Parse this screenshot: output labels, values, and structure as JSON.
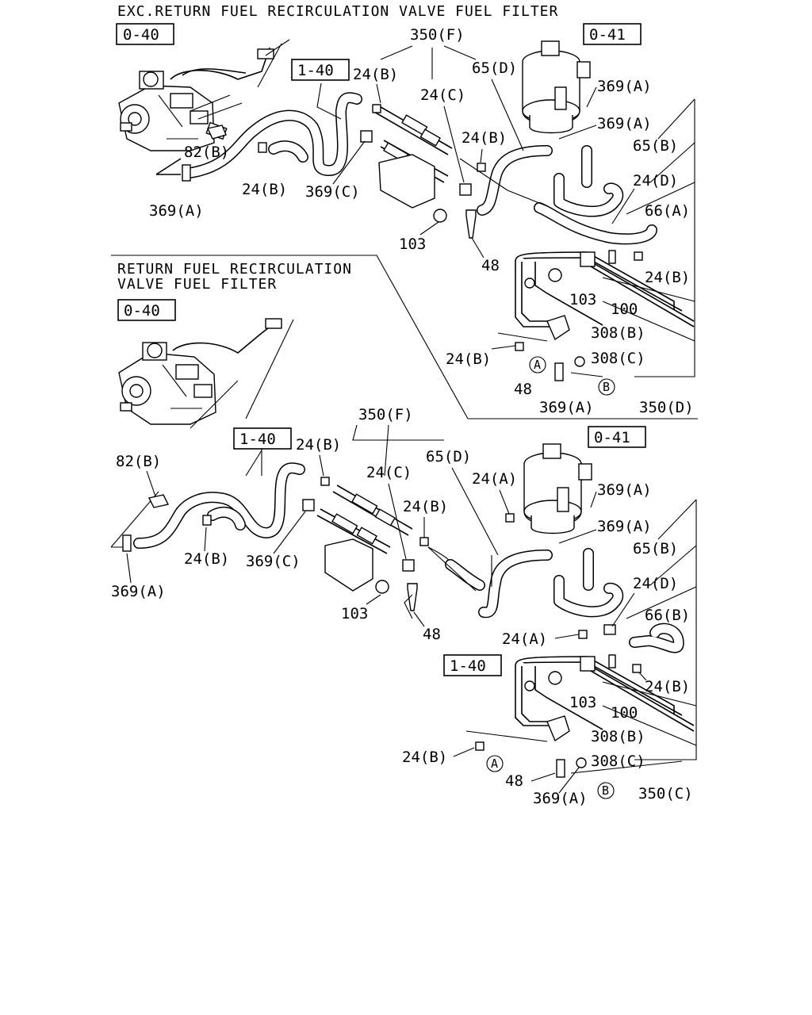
{
  "titles": {
    "top": "EXC.RETURN FUEL RECIRCULATION VALVE FUEL FILTER",
    "bottom_line1": "RETURN FUEL RECIRCULATION",
    "bottom_line2": "VALVE FUEL FILTER"
  },
  "refs": {
    "r040": "0-40",
    "r041": "0-41",
    "r140": "1-40"
  },
  "labels": {
    "p350F": "350(F)",
    "p65D": "65(D)",
    "p24B": "24(B)",
    "p24C": "24(C)",
    "p24D": "24(D)",
    "p24A": "24(A)",
    "p369A": "369(A)",
    "p369C": "369(C)",
    "p65B": "65(B)",
    "p66A": "66(A)",
    "p66B": "66(B)",
    "p82B": "82(B)",
    "p103": "103",
    "p48": "48",
    "p100": "100",
    "p308B": "308(B)",
    "p308C": "308(C)",
    "p350D": "350(D)",
    "p350C": "350(C)"
  },
  "markers": {
    "a": "A",
    "b": "B"
  }
}
